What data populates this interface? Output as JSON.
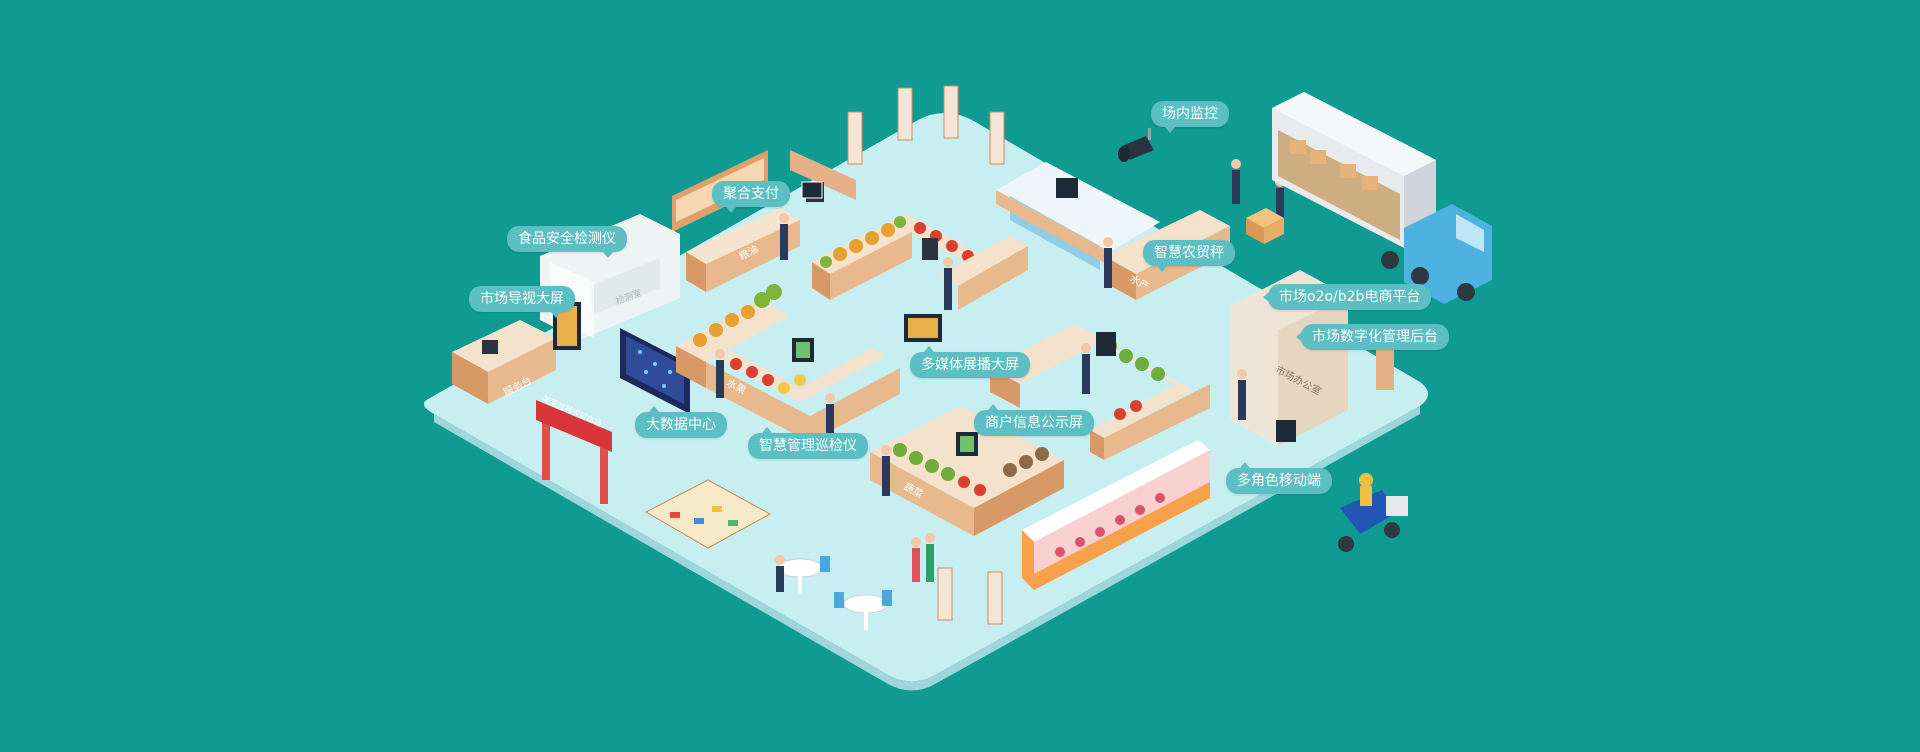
{
  "colors": {
    "background": "#0f9b91",
    "floor": "#c7eef0",
    "label_bubble": "#5bbfc4",
    "counter": "#e8b98c"
  },
  "labels": {
    "monitoring": "场内监控",
    "payment": "聚合支付",
    "food_safety": "食品安全检测仪",
    "guide_screen": "市场导视大屏",
    "smart_scale": "智慧农贸秤",
    "ecommerce": "市场o2o/b2b电商平台",
    "digital_backend": "市场数字化管理后台",
    "multimedia_screen": "多媒体展播大屏",
    "big_data": "大数据中心",
    "merchant_screen": "商户信息公示屏",
    "patrol": "智慧管理巡检仪",
    "mobile": "多角色移动端"
  },
  "signs": {
    "service_desk": "服务台",
    "fruit": "水果",
    "aquatic": "水产",
    "grain_oil": "粮油",
    "vegetable": "蔬菜",
    "testing_room": "检测室",
    "office": "市场办公室",
    "gate_banner": "某某智慧农贸市场"
  },
  "icons": [
    "camera-icon",
    "truck-icon",
    "scooter-icon",
    "box-icon"
  ]
}
